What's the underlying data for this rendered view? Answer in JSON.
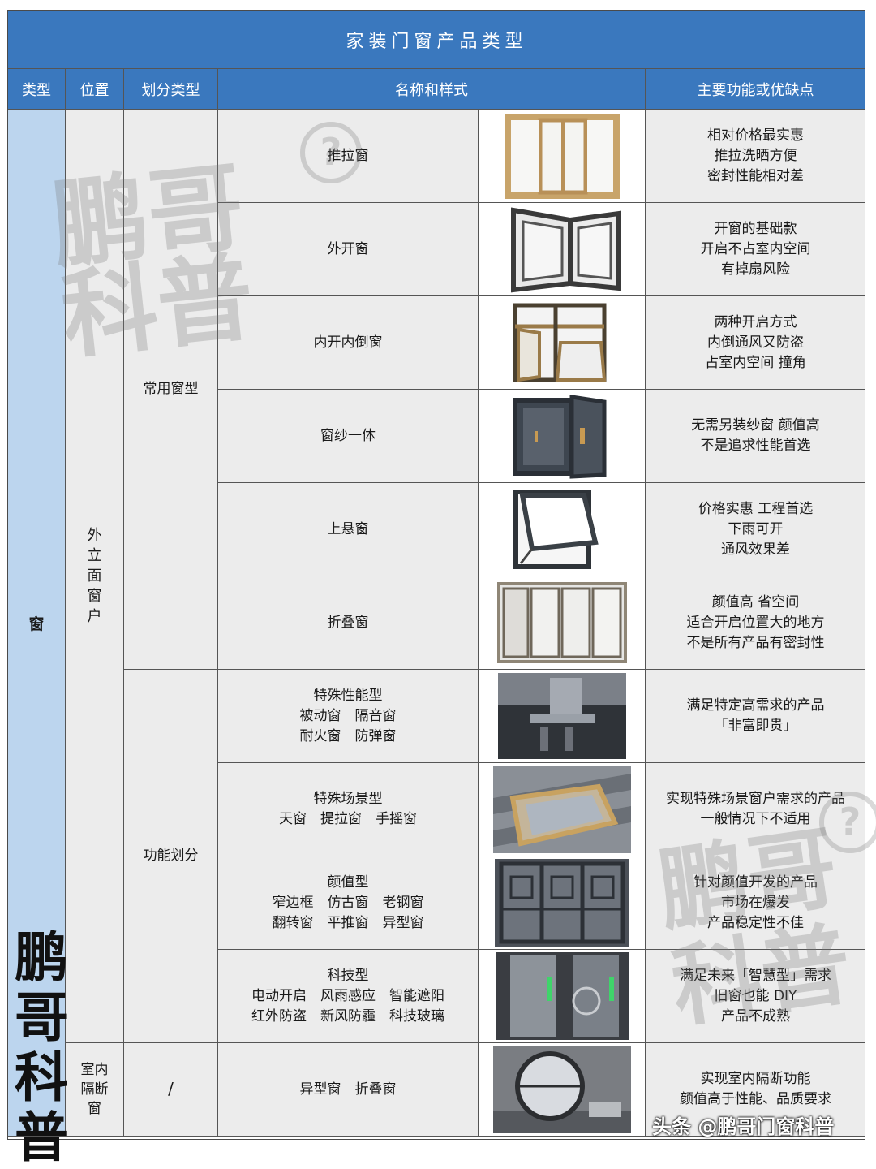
{
  "title": "家装门窗产品类型",
  "headers": {
    "type": "类型",
    "position": "位置",
    "category": "划分类型",
    "name": "名称和样式",
    "features": "主要功能或优缺点"
  },
  "type_value": "窗",
  "positions": {
    "exterior": "外立面窗户",
    "interior": "室内隔断窗"
  },
  "categories": {
    "common": "常用窗型",
    "function": "功能划分",
    "none": "/"
  },
  "rows": [
    {
      "name": [
        "推拉窗"
      ],
      "features": [
        "相对价格最实惠",
        "推拉洗晒方便",
        "密封性能相对差"
      ],
      "icon": "sliding-window-image"
    },
    {
      "name": [
        "外开窗"
      ],
      "features": [
        "开窗的基础款",
        "开启不占室内空间",
        "有掉扇风险"
      ],
      "icon": "casement-window-image"
    },
    {
      "name": [
        "内开内倒窗"
      ],
      "features": [
        "两种开启方式",
        "内倒通风又防盗",
        "占室内空间 撞角"
      ],
      "icon": "tilt-turn-window-image"
    },
    {
      "name": [
        "窗纱一体"
      ],
      "features": [
        "无需另装纱窗 颜值高",
        "不是追求性能首选"
      ],
      "icon": "screen-window-image"
    },
    {
      "name": [
        "上悬窗"
      ],
      "features": [
        "价格实惠 工程首选",
        "下雨可开",
        "通风效果差"
      ],
      "icon": "awning-window-image"
    },
    {
      "name": [
        "折叠窗"
      ],
      "features": [
        "颜值高 省空间",
        "适合开启位置大的地方",
        "不是所有产品有密封性"
      ],
      "icon": "folding-window-image"
    },
    {
      "name": [
        "特殊性能型",
        "被动窗　隔音窗",
        "耐火窗　防弹窗"
      ],
      "features": [
        "满足特定高需求的产品",
        "「非富即贵」"
      ],
      "icon": "profile-section-image"
    },
    {
      "name": [
        "特殊场景型",
        "天窗　提拉窗　手摇窗"
      ],
      "features": [
        "实现特殊场景窗户需求的产品",
        "一般情况下不适用"
      ],
      "icon": "skylight-image"
    },
    {
      "name": [
        "颜值型",
        "窄边框　仿古窗　老钢窗",
        "翻转窗　平推窗　异型窗"
      ],
      "features": [
        "针对颜值开发的产品",
        "市场在爆发",
        "产品稳定性不佳"
      ],
      "icon": "lattice-window-image"
    },
    {
      "name": [
        "科技型",
        "电动开启　风雨感应　智能遮阳",
        "红外防盗　新风防霾　科技玻璃"
      ],
      "features": [
        "满足未来「智慧型」需求",
        "旧窗也能 DIY",
        "产品不成熟"
      ],
      "icon": "smart-window-image"
    },
    {
      "name": [
        "异型窗　折叠窗"
      ],
      "features": [
        "实现室内隔断功能",
        "颜值高于性能、品质要求"
      ],
      "icon": "round-window-image"
    }
  ],
  "watermark": "鹏哥科普",
  "logo": "鹏哥科普",
  "footer": "头条 @鹏哥门窗科普",
  "colors": {
    "header_blue": "#3a78be",
    "type_blue": "#bcd5ee",
    "cell_gray": "#ececec"
  }
}
